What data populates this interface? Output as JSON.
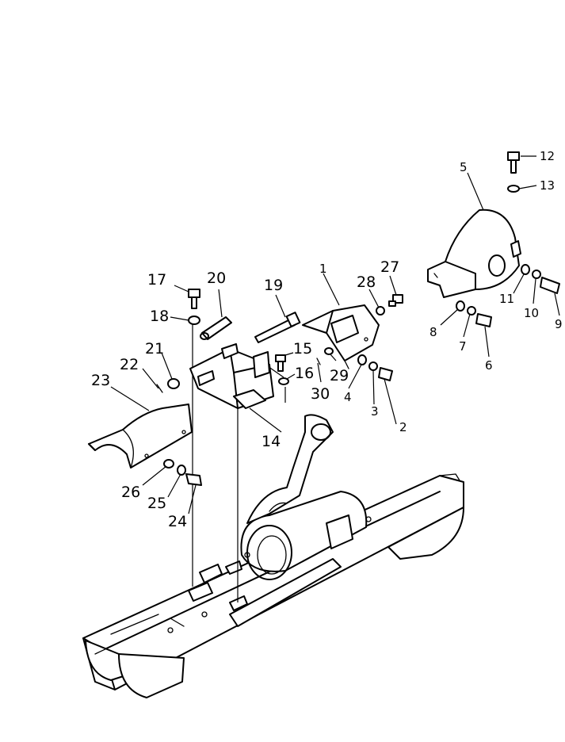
{
  "labels": {
    "p1": "1",
    "p2": "2",
    "p3": "3",
    "p4": "4",
    "p5": "5",
    "p6": "6",
    "p7": "7",
    "p8": "8",
    "p9": "9",
    "p10": "10",
    "p11": "11",
    "p12": "12",
    "p13": "13",
    "p14": "14",
    "p15": "15",
    "p16": "16",
    "p17": "17",
    "p18": "18",
    "p19": "19",
    "p20": "20",
    "p21": "21",
    "p22": "22",
    "p23": "23",
    "p24": "24",
    "p25": "25",
    "p26": "26",
    "p27": "27",
    "p28": "28",
    "p29": "29",
    "p30": "30"
  }
}
